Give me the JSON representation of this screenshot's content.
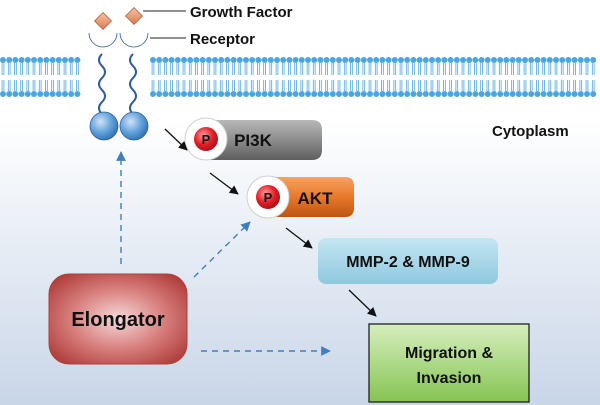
{
  "labels": {
    "growth_factor": "Growth Factor",
    "receptor": "Receptor",
    "cytoplasm": "Cytoplasm",
    "phospho": "P",
    "pi3k": "PI3K",
    "akt": "AKT",
    "mmp": "MMP-2 & MMP-9",
    "elongator": "Elongator",
    "migration_line1": "Migration &",
    "migration_line2": "Invasion"
  },
  "colors": {
    "background_top": "#ffffff",
    "background_bottom": "#cdd9ea",
    "membrane": "#4aa6e0",
    "receptor": "#5b9bd5",
    "growth_factor": "#e9a07a",
    "pi3k": "#8a8a8a",
    "akt": "#e8782a",
    "mmp": "#9ed2e6",
    "elongator": "#c0504d",
    "migration": "#92cf5c",
    "phospho": "#e0202a",
    "dashed_arrow": "#3f7fbf"
  }
}
